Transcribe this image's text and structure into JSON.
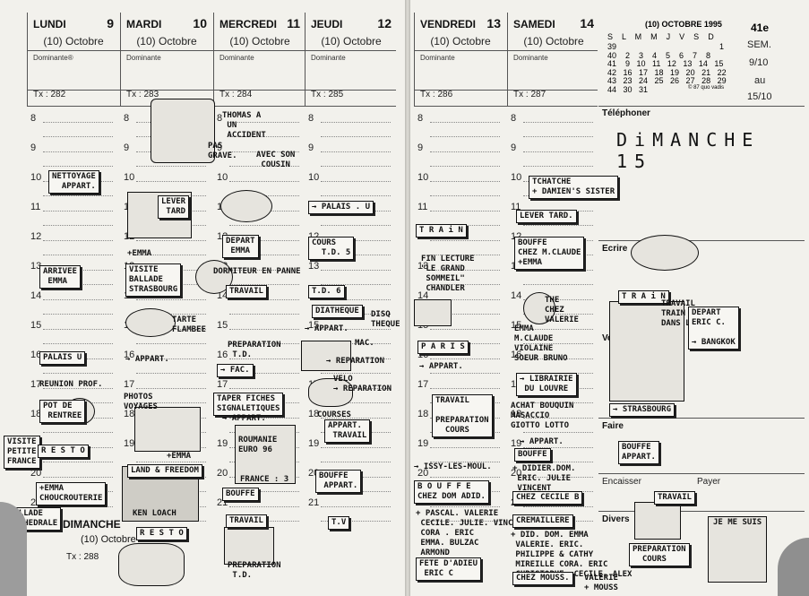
{
  "left_page": {
    "days": [
      {
        "name": "LUNDI",
        "num": "9",
        "month": "(10) Octobre",
        "dominante": "Dominante®",
        "tx": "Tx : 282"
      },
      {
        "name": "MARDI",
        "num": "10",
        "month": "(10) Octobre",
        "dominante": "Dominante",
        "tx": "Tx : 283"
      },
      {
        "name": "MERCREDI",
        "num": "11",
        "month": "(10) Octobre",
        "dominante": "Dominante",
        "tx": "Tx : 284"
      },
      {
        "name": "JEUDI",
        "num": "12",
        "month": "(10) Octobre",
        "dominante": "Dominante",
        "tx": "Tx : 285"
      }
    ],
    "hours": [
      "8",
      "9",
      "10",
      "11",
      "12",
      "13",
      "14",
      "15",
      "16",
      "17",
      "18",
      "19",
      "20",
      "21"
    ],
    "dimanche": {
      "name": "DIMANCHE",
      "month": "(10) Octobre",
      "tx": "Tx : 288"
    }
  },
  "right_page": {
    "days": [
      {
        "name": "VENDREDI",
        "num": "13",
        "month": "(10) Octobre",
        "dominante": "Dominante",
        "tx": "Tx : 286"
      },
      {
        "name": "SAMEDI",
        "num": "14",
        "month": "(10) Octobre",
        "dominante": "Dominante",
        "tx": "Tx : 287"
      }
    ],
    "hours": [
      "8",
      "9",
      "10",
      "11",
      "12",
      "13",
      "14",
      "15",
      "16",
      "17",
      "18",
      "19",
      "20",
      "21"
    ],
    "mini_calendar": {
      "title": "(10) OCTOBRE 1995",
      "header": "S    L    M    M    J    V    S    D",
      "rows": [
        "39                                              1",
        "40    2    3    4    5    6    7    8",
        "41    9   10   11   12   13   14   15",
        "42   16   17   18   19   20   21   22",
        "43   23   24   25   26   27   28   29",
        "44   30   31"
      ],
      "copyright": "© 87 quo vadis"
    },
    "week": {
      "number": "41e",
      "sem": "SEM.",
      "from": "9/10",
      "au": "au",
      "to": "15/10"
    },
    "sections": {
      "telephoner": "Téléphoner",
      "ecrire": "Ecrire",
      "voir": "Voir",
      "faire": "Faire",
      "encaisser": "Encaisser",
      "payer": "Payer",
      "divers": "Divers"
    },
    "dimanche_heading": "DiMANCHE 15"
  },
  "notes_left": [
    {
      "text": "NETTOYAGE\n  APPART."
    },
    {
      "text": "THOMAS A\n UN\n ACCIDENT"
    },
    {
      "text": "PAS\nGRAVE."
    },
    {
      "text": "AVEC SON\n COUSIN"
    },
    {
      "text": "LEVER\n TARD"
    },
    {
      "text": "DEPART\n EMMA"
    },
    {
      "text": "→ PALAIS . U"
    },
    {
      "text": "COURS\n  T.D. 5"
    },
    {
      "text": "T.D. 6"
    },
    {
      "text": "+EMMA"
    },
    {
      "text": "ARRIVEE\n EMMA"
    },
    {
      "text": "VISITE\nBALLADE\nSTRASBOURG"
    },
    {
      "text": "DORMITEUR EN PANNE"
    },
    {
      "text": "TRAVAIL"
    },
    {
      "text": "DIATHEQUE"
    },
    {
      "text": "DISQ\nTHEQUE"
    },
    {
      "text": "TARTE\nFLAMBEE"
    },
    {
      "text": "→ APPART."
    },
    {
      "text": "PREPARATION\n T.D."
    },
    {
      "text": "MAC."
    },
    {
      "text": "→ REPARATION"
    },
    {
      "text": "PALAIS U"
    },
    {
      "text": "REUNION PROF."
    },
    {
      "text": "→ APPART."
    },
    {
      "text": "→ FAC."
    },
    {
      "text": "VELO\n→ REPARATION"
    },
    {
      "text": "PHOTOS\nVOYAGES"
    },
    {
      "text": "TAPER FICHES\nSIGNALETIQUES"
    },
    {
      "text": "POT DE\n RENTREE"
    },
    {
      "text": "→ APPART."
    },
    {
      "text": "COURSES"
    },
    {
      "text": "APPART.\n TRAVAIL"
    },
    {
      "text": "VISITE\nPETITE\nFRANCE"
    },
    {
      "text": "R E S T O"
    },
    {
      "text": "+EMMA"
    },
    {
      "text": "+EMMA\nCHOUCROUTERIE"
    },
    {
      "text": "LAND & FREEDOM"
    },
    {
      "text": "ROUMANIE\nEURO 96"
    },
    {
      "text": "FRANCE : 3"
    },
    {
      "text": "BOUFFE"
    },
    {
      "text": "BOUFFE\n APPART."
    },
    {
      "text": "BALLADE\nCATHEDRALE"
    },
    {
      "text": "KEN LOACH"
    },
    {
      "text": "R E S T O"
    },
    {
      "text": "TRAVAIL"
    },
    {
      "text": "T.V"
    },
    {
      "text": "PREPARATION\n T.D."
    }
  ],
  "notes_right": [
    {
      "text": "TCHATCHE\n+ DAMIEN'S SISTER"
    },
    {
      "text": "LEVER TARD."
    },
    {
      "text": "T R A i N"
    },
    {
      "text": "FIN LECTURE\n\"LE GRAND\n SOMMEIL\"\n CHANDLER"
    },
    {
      "text": "BOUFFE\nCHEZ M.CLAUDE\n+EMMA"
    },
    {
      "text": "THE\nCHEZ\nVALERIE"
    },
    {
      "text": "EMMA\nM.CLAUDE\nVIOLAINE\nSOEUR BRUNO"
    },
    {
      "text": "P A R I S"
    },
    {
      "text": "→ APPART."
    },
    {
      "text": "→ LIBRAIRIE\n DU LOUVRE"
    },
    {
      "text": "TRAVAIL\n\nPREPARATION\n  COURS"
    },
    {
      "text": "ACHAT BOUQUIN\nMASACCIO\nGIOTTO LOTTO"
    },
    {
      "text": "→ APPART."
    },
    {
      "text": "BOUFFE"
    },
    {
      "text": "→ ISSY-LES-MOUL."
    },
    {
      "text": "+ DIDIER.DOM.\n ERIC. JULIE\n VINCENT"
    },
    {
      "text": "CHEZ CECILE B"
    },
    {
      "text": "B O U F F E\nCHEZ DOM ADID."
    },
    {
      "text": "+ PASCAL. VALERIE\n CECILE. JULIE. VINCENT\n CORA . ERIC\n EMMA. BULZAC\n ARMOND"
    },
    {
      "text": "CREMAILLERE"
    },
    {
      "text": "+ DID. DOM. EMMA\n VALERIE. ERIC.\n PHILIPPE & CATHY\n MIREILLE CORA. ERIC\n CHRISTOPHE. CECILE. ALEX"
    },
    {
      "text": "FETE D'ADIEU\n ERIC C"
    },
    {
      "text": "CHEZ MOUSS."
    },
    {
      "text": "VALERIE\n+ MOUSS"
    },
    {
      "text": "T R A i N"
    },
    {
      "text": "TRAVAIL\nTRAIN\nDANS LE"
    },
    {
      "text": "DEPART\nERIC C.\n\n→ BANGKOK"
    },
    {
      "text": "→ STRASBOURG"
    },
    {
      "text": "BOUFFE\nAPPART."
    },
    {
      "text": "TRAVAIL"
    },
    {
      "text": "PREPARATION\n  COURS"
    },
    {
      "text": "JE ME SUIS"
    }
  ],
  "colors": {
    "paper": "#f2f1ec",
    "ink": "#111111",
    "rule": "#555555"
  }
}
